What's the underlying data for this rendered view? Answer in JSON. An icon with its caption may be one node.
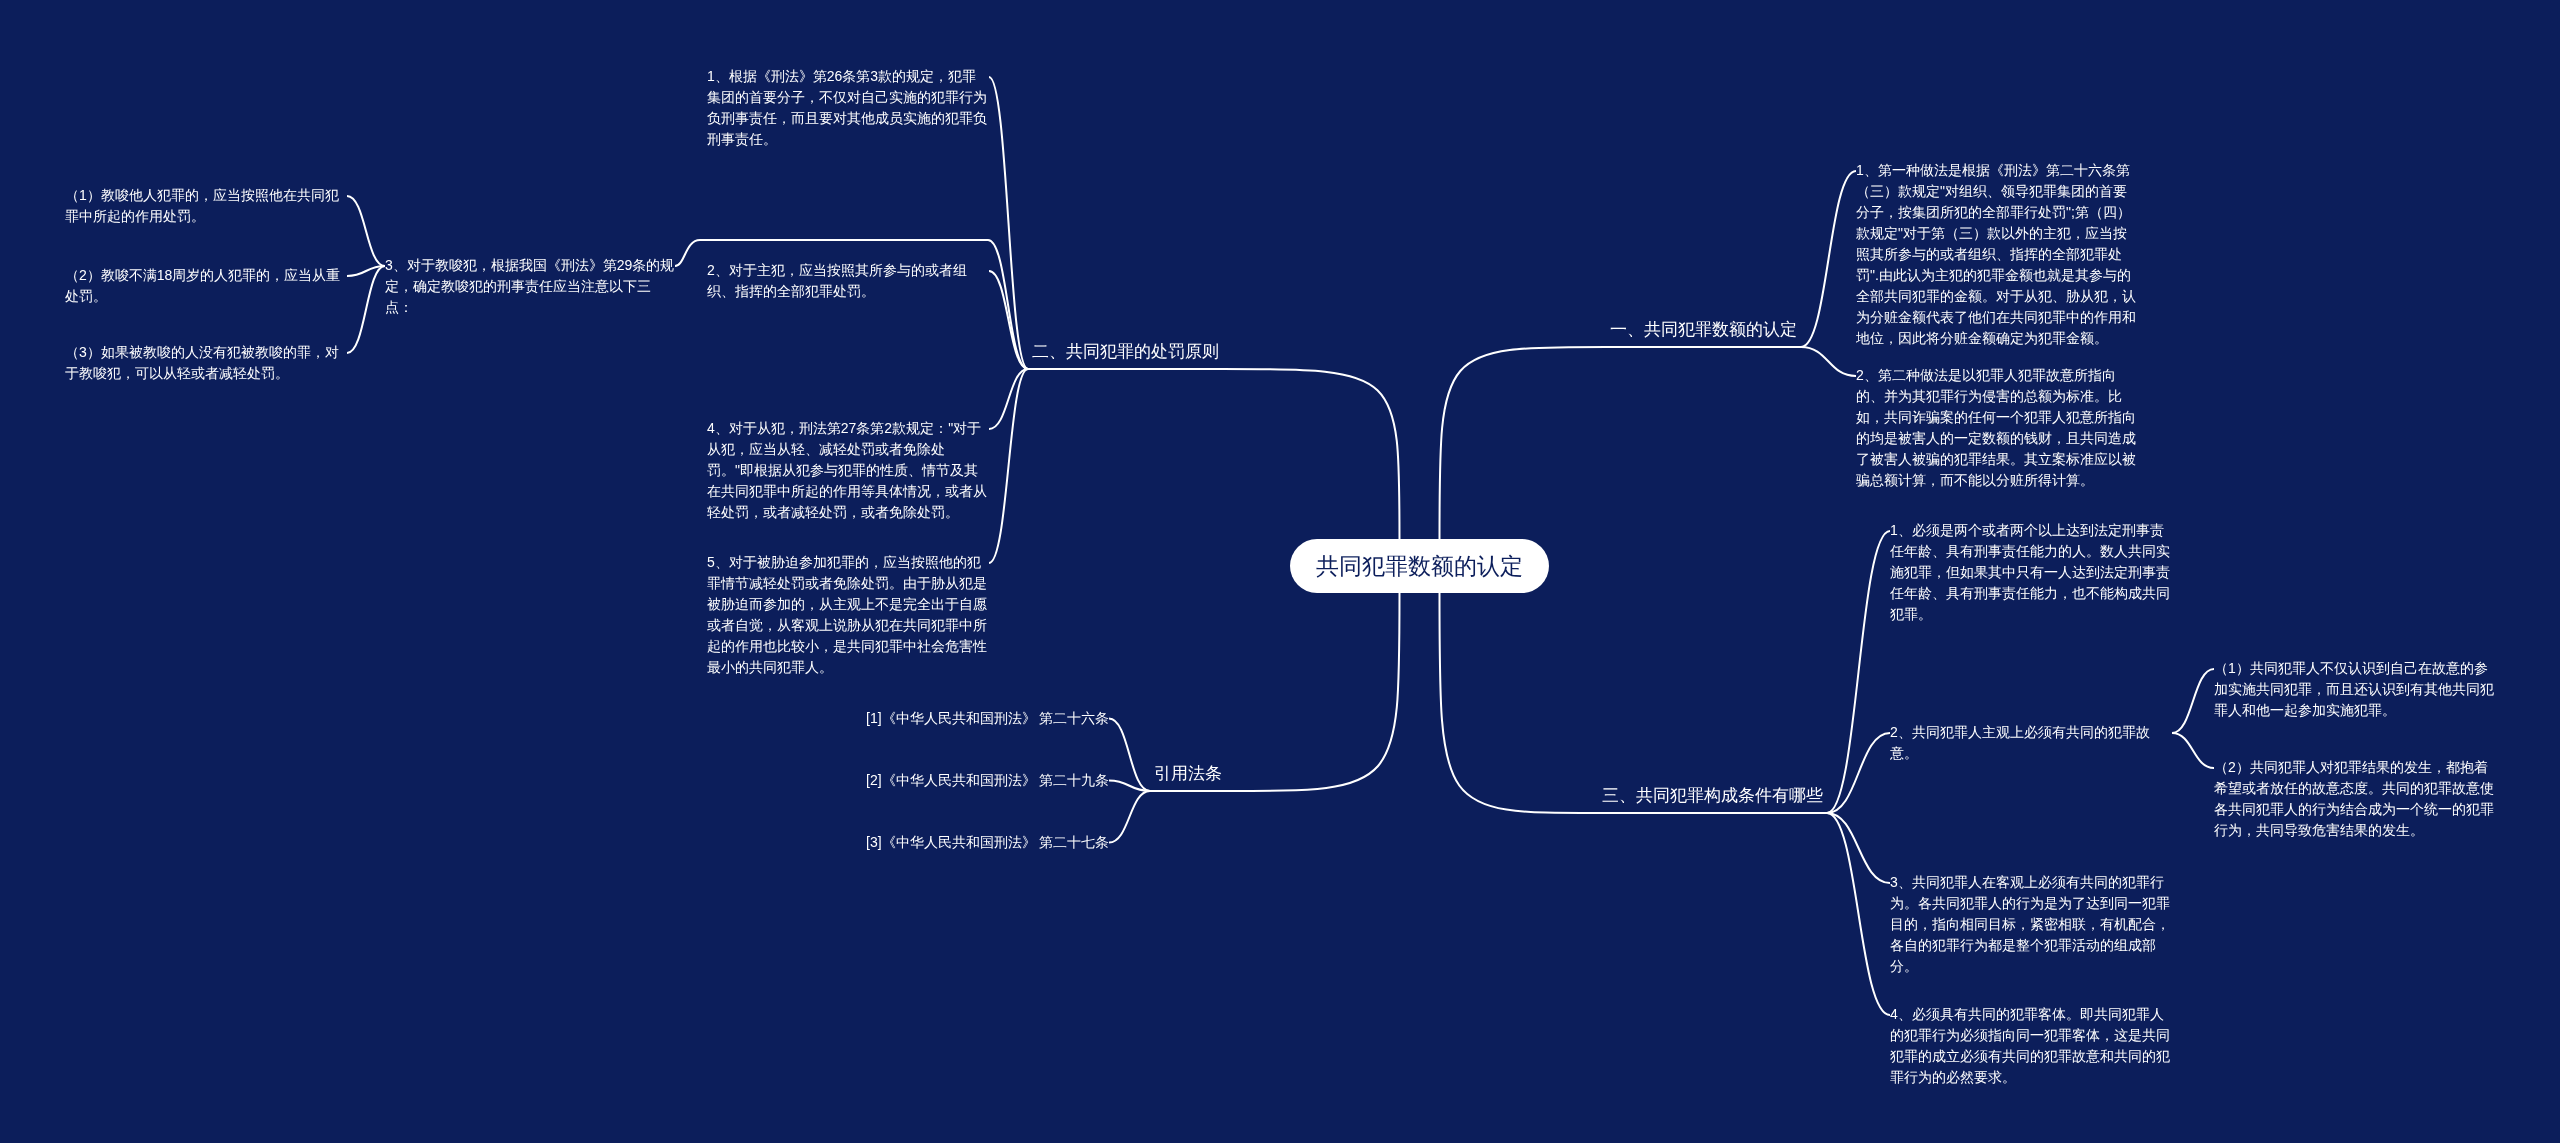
{
  "diagram": {
    "nodes": [
      {
        "text": [
          "共同犯罪数额的认定"
        ]
      },
      {
        "text": [
          "一、共同犯罪数额的认定"
        ]
      },
      {
        "text": [
          "1、第一种做法是根据《刑法》第二十六条第（三）款规定\"对组织、领导犯罪集团的首要分子，按集团所犯的全部罪行处罚\";第（四）款规定\"对于第（三）款以外的主犯，应当按照其所参与的或者组织、指挥的全部犯罪处罚\".由此认为主犯的犯罪金额也就是其参与的全部共同犯罪的金额。对于从犯、胁从犯，认为分赃金额代表了他们在共同犯罪中的作用和地位，因此将分赃金额确定为犯罪金额。"
        ]
      },
      {
        "text": [
          "2、第二种做法是以犯罪人犯罪故意所指向的、并为其犯罪行为侵害的总额为标准。比如，共同诈骗案的任何一个犯罪人犯意所指向的均是被害人的一定数额的钱财，且共同造成了被害人被骗的犯罪结果。其立案标准应以被骗总额计算，而不能以分赃所得计算。"
        ]
      },
      {
        "text": [
          "三、共同犯罪构成条件有哪些"
        ]
      },
      {
        "text": [
          "1、必须是两个或者两个以上达到法定刑事责任年龄、具有刑事责任能力的人。数人共同实施犯罪，但如果其中只有一人达到法定刑事责任年龄、具有刑事责任能力，也不能构成共同犯罪。"
        ]
      },
      {
        "text": [
          "2、共同犯罪人主观上必须有共同的犯罪故意。"
        ]
      },
      {
        "text": [
          "（1）共同犯罪人不仅认识到自己在故意的参加实施共同犯罪，而且还认识到有其他共同犯罪人和他一起参加实施犯罪。"
        ]
      },
      {
        "text": [
          "（2）共同犯罪人对犯罪结果的发生，都抱着希望或者放任的故意态度。共同的犯罪故意使各共同犯罪人的行为结合成为一个统一的犯罪行为，共同导致危害结果的发生。"
        ]
      },
      {
        "text": [
          "3、共同犯罪人在客观上必须有共同的犯罪行为。各共同犯罪人的行为是为了达到同一犯罪目的，指向相同目标，紧密相联，有机配合，各自的犯罪行为都是整个犯罪活动的组成部分。"
        ]
      },
      {
        "text": [
          "4、必须具有共同的犯罪客体。即共同犯罪人的犯罪行为必须指向同一犯罪客体，这是共同犯罪的成立必须有共同的犯罪故意和共同的犯罪行为的必然要求。"
        ]
      },
      {
        "text": [
          "二、共同犯罪的处罚原则"
        ]
      },
      {
        "text": [
          "1、根据《刑法》第26条第3款的规定，犯罪集团的首要分子，不仅对自己实施的犯罪行为负刑事责任，而且要对其他成员实施的犯罪负刑事责任。"
        ]
      },
      {
        "text": [
          "2、对于主犯，应当按照其所参与的或者组织、指挥的全部犯罪处罚。"
        ]
      },
      {
        "text": [
          "3、对于教唆犯，根据我国《刑法》第29条的规定，确定教唆犯的刑事责任应当注意以下三点："
        ]
      },
      {
        "text": [
          "（1）教唆他人犯罪的，应当按照他在共同犯罪中所起的作用处罚。"
        ]
      },
      {
        "text": [
          "（2）教唆不满18周岁的人犯罪的，应当从重处罚。"
        ]
      },
      {
        "text": [
          "（3）如果被教唆的人没有犯被教唆的罪，对于教唆犯，可以从轻或者减轻处罚。"
        ]
      },
      {
        "text": [
          "4、对于从犯，刑法第27条第2款规定：\"对于从犯，应当从轻、减轻处罚或者免除处罚。\"即根据从犯参与犯罪的性质、情节及其在共同犯罪中所起的作用等具体情况，或者从轻处罚，或者减轻处罚，或者免除处罚。"
        ]
      },
      {
        "text": [
          "5、对于被胁迫参加犯罪的，应当按照他的犯罪情节减轻处罚或者免除处罚。由于胁从犯是被胁迫而参加的，从主观上不是完全出于自愿或者自觉，从客观上说胁从犯在共同犯罪中所起的作用也比较小，是共同犯罪中社会危害性最小的共同犯罪人。"
        ]
      },
      {
        "text": [
          "引用法条"
        ]
      },
      {
        "text": [
          "[1]《中华人民共和国刑法》 第二十六条"
        ]
      },
      {
        "text": [
          "[2]《中华人民共和国刑法》 第二十九条"
        ]
      },
      {
        "text": [
          "[3]《中华人民共和国刑法》 第二十七条"
        ]
      }
    ],
    "edges": [
      {
        "from": 0,
        "to": 1,
        "arrow": "none"
      },
      {
        "from": 1,
        "to": 2,
        "arrow": "none"
      },
      {
        "from": 1,
        "to": 3,
        "arrow": "none"
      },
      {
        "from": 0,
        "to": 4,
        "arrow": "none"
      },
      {
        "from": 4,
        "to": 5,
        "arrow": "none"
      },
      {
        "from": 4,
        "to": 6,
        "arrow": "none"
      },
      {
        "from": 6,
        "to": 7,
        "arrow": "none"
      },
      {
        "from": 6,
        "to": 8,
        "arrow": "none"
      },
      {
        "from": 4,
        "to": 9,
        "arrow": "none"
      },
      {
        "from": 4,
        "to": 10,
        "arrow": "none"
      },
      {
        "from": 0,
        "to": 11,
        "arrow": "none"
      },
      {
        "from": 11,
        "to": 12,
        "arrow": "none"
      },
      {
        "from": 11,
        "to": 13,
        "arrow": "none"
      },
      {
        "from": 11,
        "to": 14,
        "arrow": "none"
      },
      {
        "from": 14,
        "to": 15,
        "arrow": "none"
      },
      {
        "from": 14,
        "to": 16,
        "arrow": "none"
      },
      {
        "from": 14,
        "to": 17,
        "arrow": "none"
      },
      {
        "from": 11,
        "to": 18,
        "arrow": "none"
      },
      {
        "from": 11,
        "to": 19,
        "arrow": "none"
      },
      {
        "from": 0,
        "to": 20,
        "arrow": "none"
      },
      {
        "from": 20,
        "to": 21,
        "arrow": "none"
      },
      {
        "from": 20,
        "to": 22,
        "arrow": "none"
      },
      {
        "from": 20,
        "to": 23,
        "arrow": "none"
      }
    ]
  }
}
